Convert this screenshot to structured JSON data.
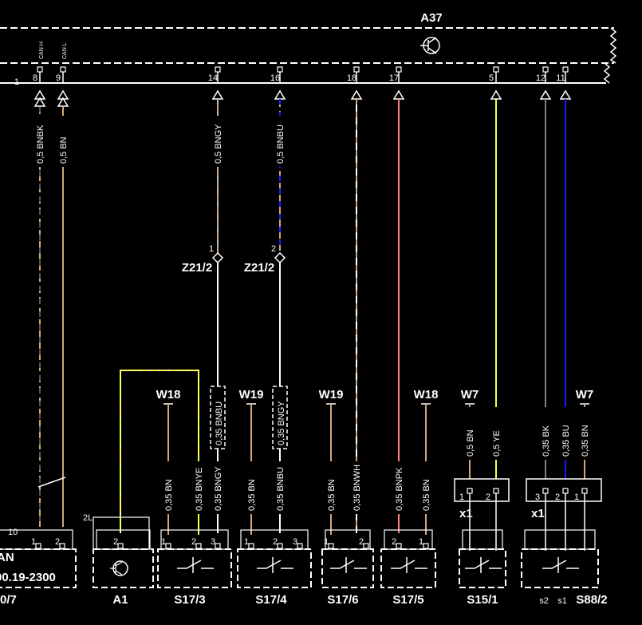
{
  "diagram": {
    "module_top": {
      "name": "A37",
      "pins": [
        {
          "num": "8",
          "signal": "CAN H"
        },
        {
          "num": "9",
          "signal": "CAN L"
        },
        {
          "num": "14"
        },
        {
          "num": "16"
        },
        {
          "num": "18"
        },
        {
          "num": "17"
        },
        {
          "num": "5"
        },
        {
          "num": "12"
        },
        {
          "num": "11"
        }
      ]
    },
    "left_marker": "1",
    "wires_top": [
      {
        "label": "0,5 BNBK",
        "color": "#d2a679",
        "stripe": "#555555"
      },
      {
        "label": "0,5 BN",
        "color": "#d2a679",
        "stripe": ""
      },
      {
        "label": "0,5 BNGY",
        "color": "#d2a679",
        "stripe": "#bfbfbf"
      },
      {
        "label": "0,5 BNBU",
        "color": "#d2a679",
        "stripe": "#1a1aff"
      },
      {
        "label": "",
        "color": "#ffffff",
        "stripe": "#d2a679"
      },
      {
        "label": "",
        "color": "#ff8080",
        "stripe": ""
      },
      {
        "label": "",
        "color": "#ffff40",
        "stripe": ""
      },
      {
        "label": "",
        "color": "#808080",
        "stripe": ""
      },
      {
        "label": "",
        "color": "#1a1aff",
        "stripe": ""
      }
    ],
    "splices": [
      {
        "name": "Z21/2",
        "pin": "1"
      },
      {
        "name": "Z21/2",
        "pin": "2"
      }
    ],
    "grounds": [
      "W18",
      "W19",
      "W19",
      "W18",
      "W7",
      "W7"
    ],
    "wires_mid": [
      "0,35 BNBU",
      "0,35 BNGY"
    ],
    "wires_bottom": [
      "0,35 BN",
      "0,35 BNYE",
      "0,35 BNGY",
      "0,35 BN",
      "0,35 BNBU",
      "0,35 BN",
      "0,35 BNWH",
      "0,35 BNPK",
      "0,35 BN",
      "0,5 BN",
      "0,5 YE",
      "0,35 BK",
      "0,35 BU",
      "0,35 BN"
    ],
    "connectors": [
      {
        "name": "x1",
        "pins": [
          "1",
          "2"
        ]
      },
      {
        "name": "x1",
        "pins": [
          "3",
          "2",
          "1"
        ]
      }
    ],
    "components": [
      {
        "name": "0/7",
        "note": "AN",
        "code": "00.19-2300",
        "pins": [
          "1",
          "2"
        ],
        "extra": "10"
      },
      {
        "name": "A1",
        "pins": [
          "2"
        ],
        "extra": "2L"
      },
      {
        "name": "S17/3",
        "pins": [
          "1",
          "2",
          "3"
        ]
      },
      {
        "name": "S17/4",
        "pins": [
          "1",
          "2",
          "3"
        ]
      },
      {
        "name": "S17/6",
        "pins": [
          "1",
          "2"
        ]
      },
      {
        "name": "S17/5",
        "pins": [
          "2",
          "1"
        ]
      },
      {
        "name": "S15/1",
        "pins": []
      },
      {
        "name": "S88/2",
        "pins": [],
        "sub": [
          "s2",
          "s1"
        ]
      }
    ]
  }
}
